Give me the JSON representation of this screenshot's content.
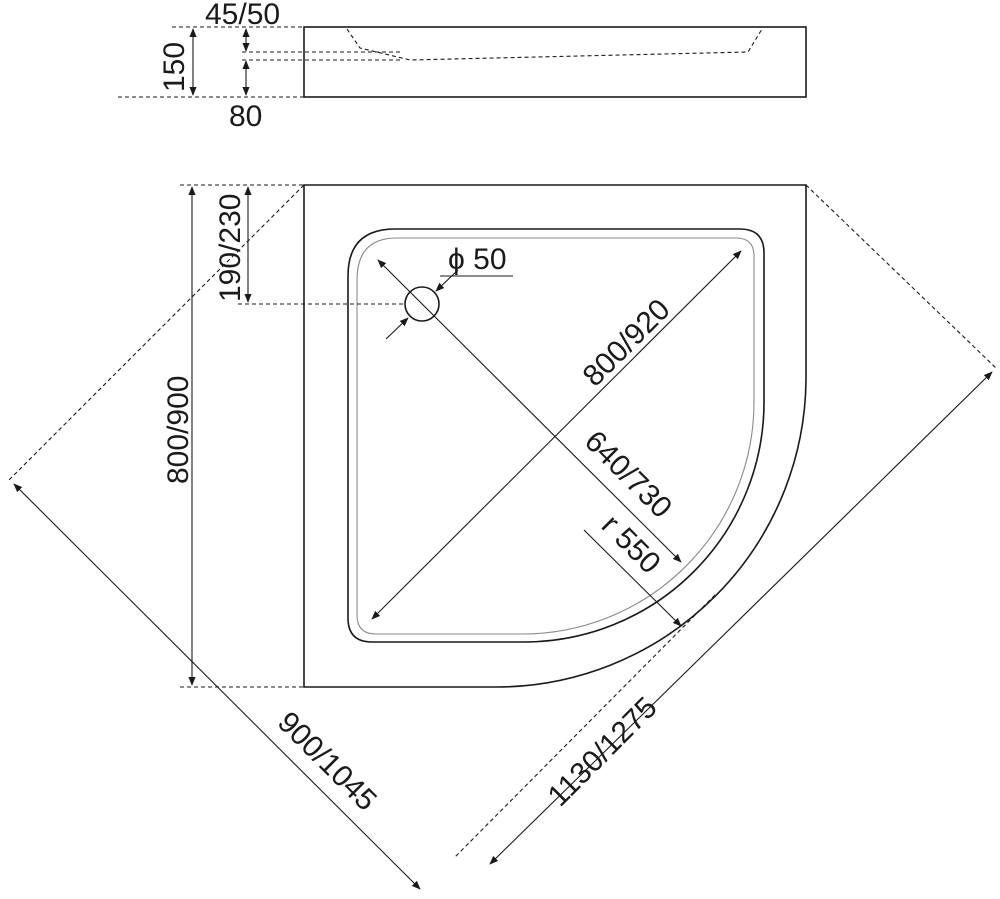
{
  "side_view": {
    "depth_label": "45/50",
    "height_label": "150",
    "base_label": "80"
  },
  "top_view": {
    "drain_label": "ϕ 50",
    "drain_offset_label": "190/230",
    "side_label": "800/900",
    "diagonal_outer_label": "800/920",
    "diagonal_inner_label": "640/730",
    "radius_label": "r 550",
    "width_label": "900/1045",
    "span_label": "1130/1275"
  },
  "colors": {
    "line": "#1a1a1a",
    "inner_lip": "#8a8a8a",
    "background": "#ffffff"
  }
}
